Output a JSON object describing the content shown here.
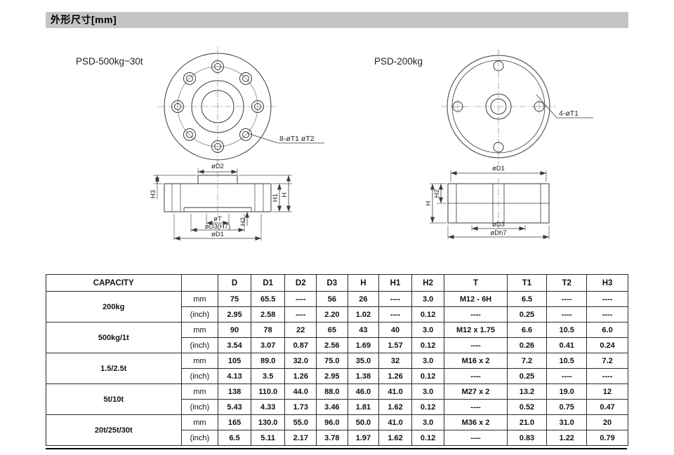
{
  "page": {
    "section_title": "外形尺寸[mm]"
  },
  "drawings": {
    "left": {
      "title": "PSD-500kg~30t",
      "holes_label": "8-øT1 øT2",
      "dims": {
        "d2": "øD2",
        "t": "øT",
        "d3": "øD3(H7)",
        "d1": "øD1",
        "h1": "H1",
        "h": "H",
        "h2": "H2",
        "h3": "H3"
      }
    },
    "right": {
      "title": "PSD-200kg",
      "holes_label": "4-øT1",
      "dims": {
        "d1": "øD1",
        "d3": "øD3",
        "dh7": "øDh7",
        "h": "H",
        "h2": "H2"
      }
    }
  },
  "table": {
    "headers": [
      "CAPACITY",
      "",
      "D",
      "D1",
      "D2",
      "D3",
      "H",
      "H1",
      "H2",
      "T",
      "T1",
      "T2",
      "H3"
    ],
    "rows": [
      {
        "capacity": "200kg",
        "sub": [
          {
            "unit": "mm",
            "values": [
              "75",
              "65.5",
              "----",
              "56",
              "26",
              "----",
              "3.0",
              "M12 - 6H",
              "6.5",
              "----",
              "----"
            ]
          },
          {
            "unit": "(inch)",
            "values": [
              "2.95",
              "2.58",
              "----",
              "2.20",
              "1.02",
              "----",
              "0.12",
              "----",
              "0.25",
              "----",
              "----"
            ]
          }
        ]
      },
      {
        "capacity": "500kg/1t",
        "sub": [
          {
            "unit": "mm",
            "values": [
              "90",
              "78",
              "22",
              "65",
              "43",
              "40",
              "3.0",
              "M12 x 1.75",
              "6.6",
              "10.5",
              "6.0"
            ]
          },
          {
            "unit": "(inch)",
            "values": [
              "3.54",
              "3.07",
              "0.87",
              "2.56",
              "1.69",
              "1.57",
              "0.12",
              "----",
              "0.26",
              "0.41",
              "0.24"
            ]
          }
        ]
      },
      {
        "capacity": "1.5/2.5t",
        "sub": [
          {
            "unit": "mm",
            "values": [
              "105",
              "89.0",
              "32.0",
              "75.0",
              "35.0",
              "32",
              "3.0",
              "M16 x 2",
              "7.2",
              "10.5",
              "7.2"
            ]
          },
          {
            "unit": "(inch)",
            "values": [
              "4.13",
              "3.5",
              "1.26",
              "2.95",
              "1.38",
              "1.26",
              "0.12",
              "----",
              "0.25",
              "----",
              "----"
            ]
          }
        ]
      },
      {
        "capacity": "5t/10t",
        "sub": [
          {
            "unit": "mm",
            "values": [
              "138",
              "110.0",
              "44.0",
              "88.0",
              "46.0",
              "41.0",
              "3.0",
              "M27 x 2",
              "13.2",
              "19.0",
              "12"
            ]
          },
          {
            "unit": "(inch)",
            "values": [
              "5.43",
              "4.33",
              "1.73",
              "3.46",
              "1.81",
              "1.62",
              "0.12",
              "----",
              "0.52",
              "0.75",
              "0.47"
            ]
          }
        ]
      },
      {
        "capacity": "20t/25t/30t",
        "sub": [
          {
            "unit": "mm",
            "values": [
              "165",
              "130.0",
              "55.0",
              "96.0",
              "50.0",
              "41.0",
              "3.0",
              "M36 x 2",
              "21.0",
              "31.0",
              "20"
            ]
          },
          {
            "unit": "(inch)",
            "values": [
              "6.5",
              "5.11",
              "2.17",
              "3.78",
              "1.97",
              "1.62",
              "0.12",
              "----",
              "0.83",
              "1.22",
              "0.79"
            ]
          }
        ]
      }
    ]
  }
}
